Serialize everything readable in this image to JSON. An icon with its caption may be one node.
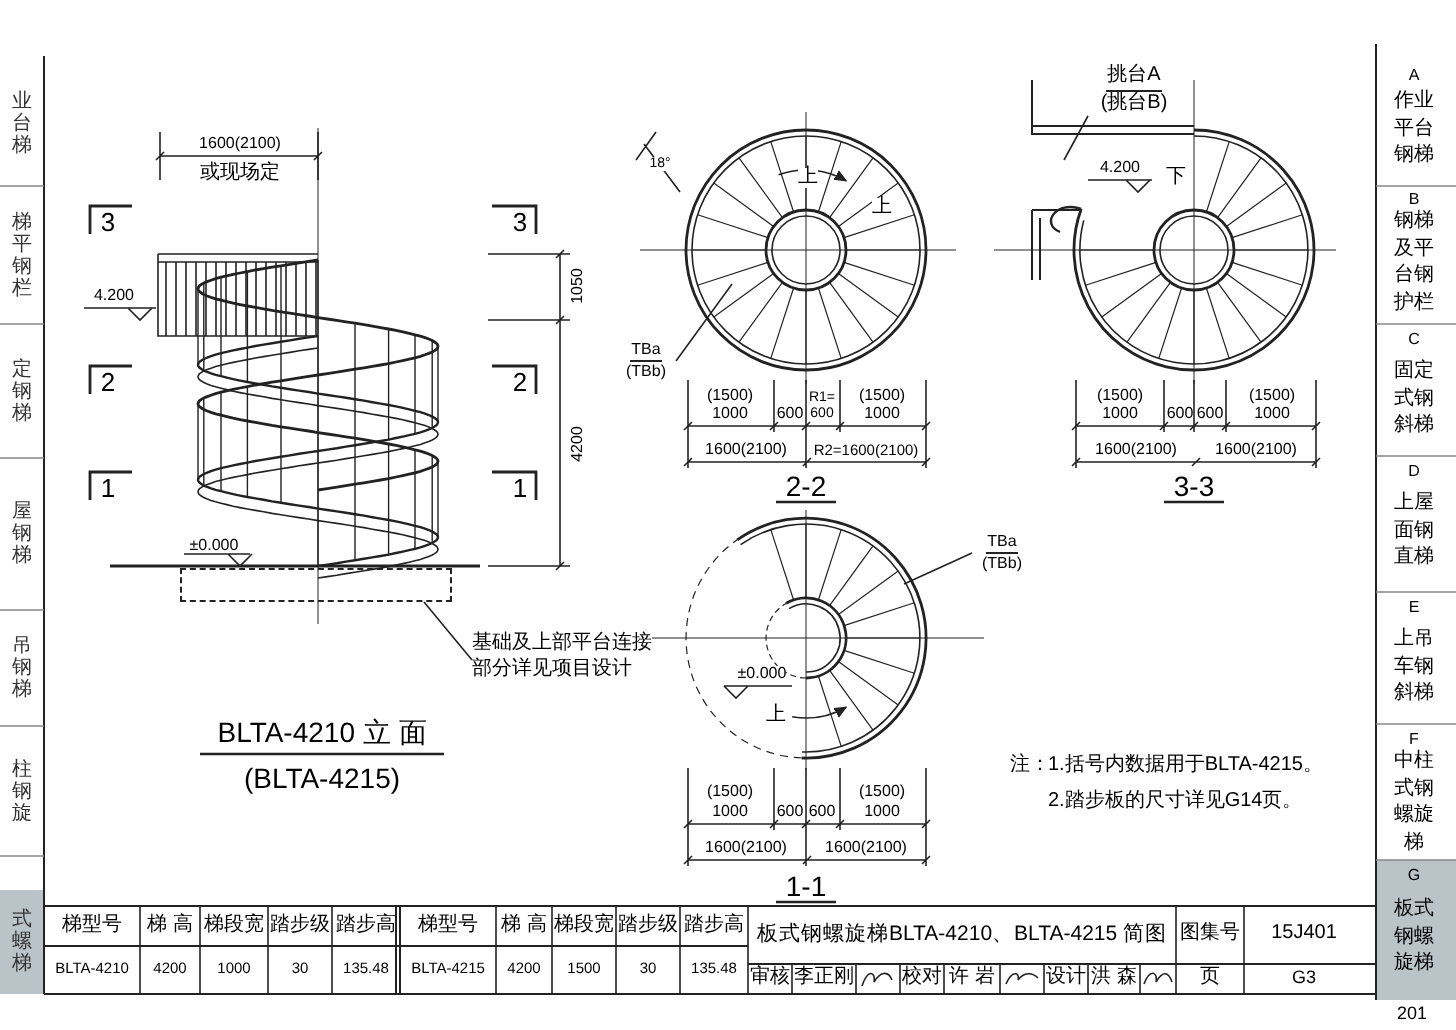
{
  "diagram": {
    "title": "板式钢螺旋梯BLTA-4210、BLTA-4215 简图",
    "nodes": [
      {
        "text": [
          "基础及上部平台连接部分详见项目设计"
        ]
      },
      {
        "text": [
          "TBa",
          "(TBb)"
        ]
      },
      {
        "text": [
          "TBa",
          "(TBb)"
        ]
      },
      {
        "text": [
          "挑台A",
          "(挑台B)"
        ]
      },
      {
        "text": [],
        "shape": "box"
      }
    ],
    "edges": [
      {
        "from": 0,
        "to": 4,
        "arrow": "none"
      },
      {
        "from": 1,
        "to": null,
        "arrow": "none"
      },
      {
        "from": 2,
        "to": null,
        "arrow": "none"
      },
      {
        "from": 3,
        "to": null,
        "arrow": "none"
      }
    ],
    "labels": [
      "业台梯",
      "梯平钢栏",
      "定钢梯",
      "屋钢梯",
      "吊钢梯",
      "柱钢旋",
      "式螺梯",
      "1600(2100)",
      "或现场定",
      "3",
      "3",
      "4.200",
      "1050",
      "2",
      "2",
      "4200",
      "1",
      "1",
      "±0.000",
      "BLTA-4210 立 面",
      "(BLTA-4215)",
      "18°",
      "上",
      "上",
      "(1500)",
      "1000",
      "600",
      "R1=",
      "600",
      "(1500)",
      "1000",
      "1600(2100)",
      "R2=1600(2100)",
      "2-2",
      "4.200",
      "下",
      "(1500)",
      "1000",
      "600",
      "600",
      "(1500)",
      "1000",
      "1600(2100)",
      "1600(2100)",
      "3-3",
      "±0.000",
      "上",
      "(1500)",
      "1000",
      "600",
      "600",
      "(1500)",
      "1000",
      "1600(2100)",
      "1600(2100)",
      "1-1",
      "注：",
      "1.括号内数据用于BLTA-4215。",
      "2.踏步板的尺寸详见G14页。",
      "A",
      "作业平台钢梯",
      "B",
      "钢梯及平台钢护栏",
      "C",
      "固定式钢斜梯",
      "D",
      "上屋面钢直梯",
      "E",
      "上吊车钢斜梯",
      "F",
      "中柱式钢螺旋梯",
      "G",
      "板式钢螺旋梯",
      "梯型号",
      "梯 高",
      "梯段宽",
      "踏步级",
      "踏步高",
      "梯型号",
      "梯 高",
      "梯段宽",
      "踏步级",
      "踏步高",
      "BLTA-4210",
      "4200",
      "1000",
      "30",
      "135.48",
      "BLTA-4215",
      "4200",
      "1500",
      "30",
      "135.48",
      "图集号",
      "15J401",
      "审核",
      "李正刚",
      "校对",
      "许 岩",
      "设计",
      "洪 森",
      "页",
      "G3",
      "201"
    ]
  }
}
